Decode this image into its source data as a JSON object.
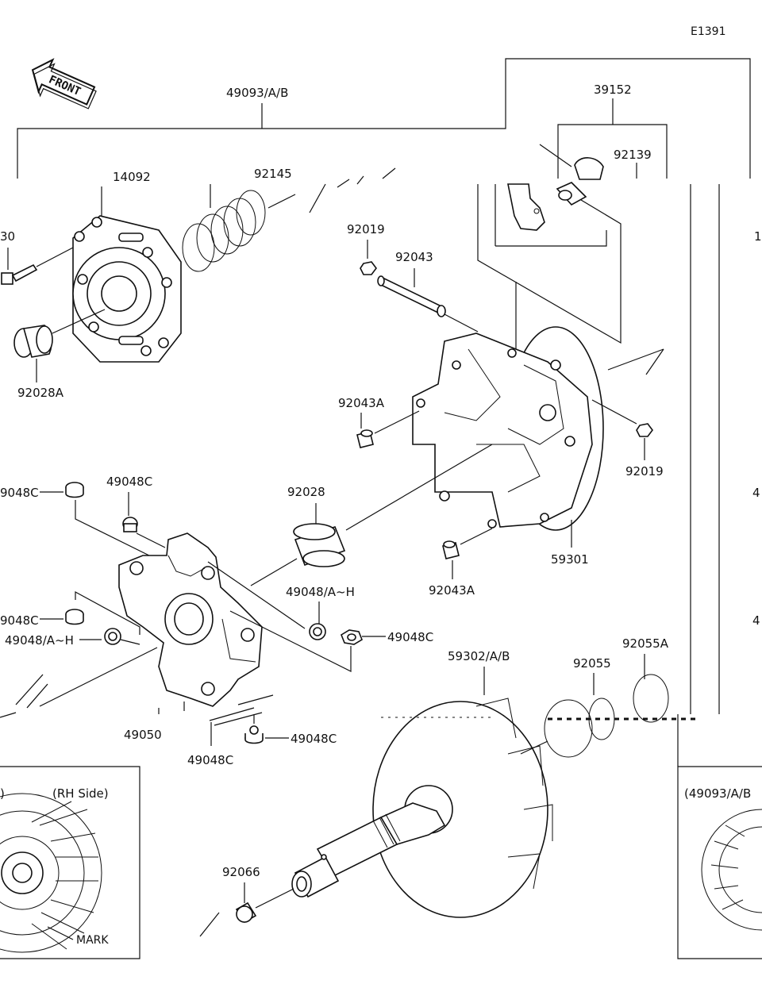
{
  "diagram_code": "E1391",
  "front_badge": "FRONT",
  "labels": {
    "p49093": "49093/A/B",
    "p39152": "39152",
    "p92139": "92139",
    "p14092": "14092",
    "p92145": "92145",
    "p30": "30",
    "p92019_top": "92019",
    "p92043": "92043",
    "p92028A": "92028A",
    "p92043A_top": "92043A",
    "p92019_right": "92019",
    "p49048C_left1": "9048C",
    "p49048C_top": "49048C",
    "p92028": "92028",
    "p59301": "59301",
    "p92043A_bottom": "92043A",
    "p49048AH_right": "49048/A~H",
    "p49048C_left2": "9048C",
    "p49048AH_left": "49048/A~H",
    "p49048C_right": "49048C",
    "p59302": "59302/A/B",
    "p92055": "92055",
    "p92055A": "92055A",
    "p49050": "49050",
    "p49048C_bottom": "49048C",
    "p49048C_bottom2": "49048C",
    "p92066": "92066",
    "inset_left_title": "(RH Side)",
    "inset_left_paren": ")",
    "inset_left_mark": "MARK",
    "inset_right_title": "(49093/A/B",
    "edge_right_1": "1",
    "edge_right_2": "4",
    "edge_right_3": "4"
  }
}
